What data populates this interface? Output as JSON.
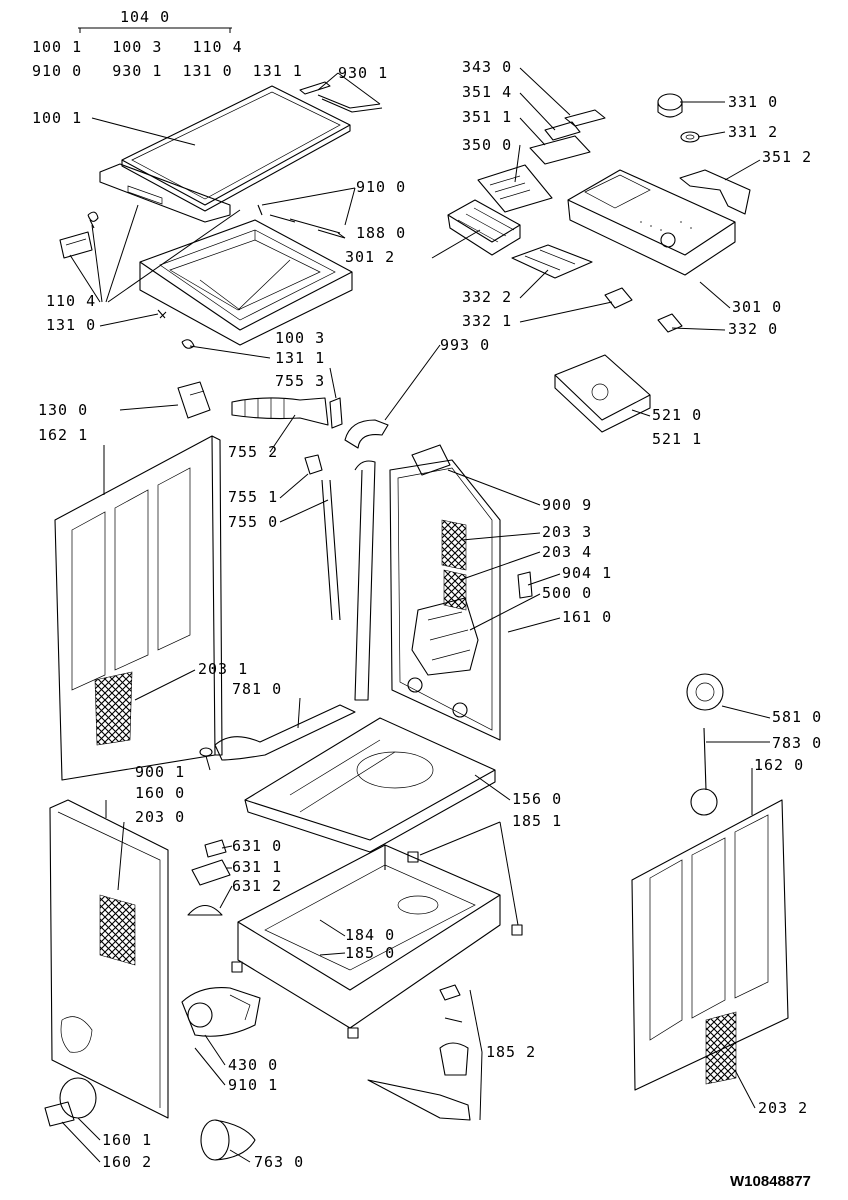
{
  "document_id": "W10848877",
  "labels": {
    "set_1040": "104 0",
    "set_row1": "100 1   100 3   110 4",
    "set_row2": "910 0   930 1  131 0  131 1",
    "l_9301": "930 1",
    "l_1001": "100 1",
    "l_9100": "910 0",
    "l_1880": "188 0",
    "l_1104": "110 4",
    "l_1310": "131 0",
    "l_1003": "100 3",
    "l_1311": "131 1",
    "l_7553": "755 3",
    "l_9930": "993 0",
    "l_3430": "343 0",
    "l_3514": "351 4",
    "l_3511": "351 1",
    "l_3500": "350 0",
    "l_3012": "301 2",
    "l_3310": "331 0",
    "l_3312": "331 2",
    "l_3512": "351 2",
    "l_3322": "332 2",
    "l_3321": "332 1",
    "l_3010": "301 0",
    "l_3320": "332 0",
    "l_5210": "521 0",
    "l_5211": "521 1",
    "l_1300": "130 0",
    "l_1621": "162 1",
    "l_7552": "755 2",
    "l_7551": "755 1",
    "l_7550": "755 0",
    "l_9009": "900 9",
    "l_2033": "203 3",
    "l_2034": "203 4",
    "l_9041": "904 1",
    "l_5000": "500 0",
    "l_1610": "161 0",
    "l_2031": "203 1",
    "l_7810": "781 0",
    "l_5810": "581 0",
    "l_7830": "783 0",
    "l_1620": "162 0",
    "l_9001": "900 1",
    "l_1600": "160 0",
    "l_2030": "203 0",
    "l_1560": "156 0",
    "l_1851": "185 1",
    "l_6310": "631 0",
    "l_6311": "631 1",
    "l_6312": "631 2",
    "l_1840": "184 0",
    "l_1850": "185 0",
    "l_1852": "185 2",
    "l_4300": "430 0",
    "l_9101": "910 1",
    "l_1601": "160 1",
    "l_1602": "160 2",
    "l_7630": "763 0",
    "l_2032": "203 2"
  }
}
